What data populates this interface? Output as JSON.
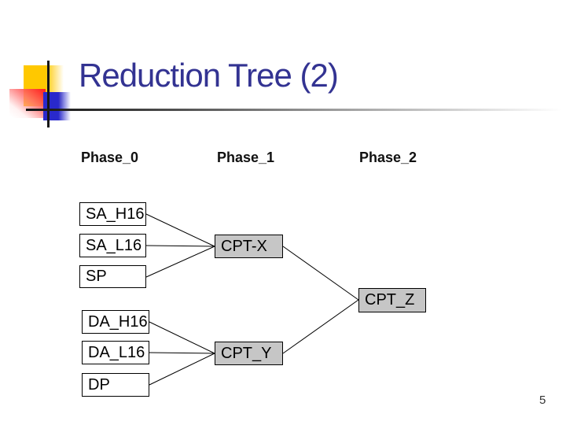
{
  "slide": {
    "title": "Reduction Tree (2)",
    "page_number": "5"
  },
  "colors": {
    "title_color": "#333392",
    "node_white_fill": "#FFFFFF",
    "node_gray_fill": "#C6C6C6",
    "node_border": "#000000",
    "edge_color": "#000000",
    "logo_yellow": "#FFC800",
    "logo_blue": "#2929CC",
    "logo_red": "#FF2020"
  },
  "diagram": {
    "phase_headers": [
      {
        "label": "Phase_0"
      },
      {
        "label": "Phase_1"
      },
      {
        "label": "Phase_2"
      }
    ],
    "phase0_nodes": [
      {
        "label": "SA_H16"
      },
      {
        "label": "SA_L16"
      },
      {
        "label": "SP"
      },
      {
        "label": "DA_H16"
      },
      {
        "label": "DA_L16"
      },
      {
        "label": "DP"
      }
    ],
    "phase1_nodes": [
      {
        "label": "CPT-X"
      },
      {
        "label": "CPT_Y"
      }
    ],
    "phase2_nodes": [
      {
        "label": "CPT_Z"
      }
    ],
    "edges": [
      {
        "from": "SA_H16",
        "to": "CPT-X"
      },
      {
        "from": "SA_L16",
        "to": "CPT-X"
      },
      {
        "from": "SP",
        "to": "CPT-X"
      },
      {
        "from": "DA_H16",
        "to": "CPT_Y"
      },
      {
        "from": "DA_L16",
        "to": "CPT_Y"
      },
      {
        "from": "DP",
        "to": "CPT_Y"
      },
      {
        "from": "CPT-X",
        "to": "CPT_Z"
      },
      {
        "from": "CPT_Y",
        "to": "CPT_Z"
      }
    ]
  }
}
